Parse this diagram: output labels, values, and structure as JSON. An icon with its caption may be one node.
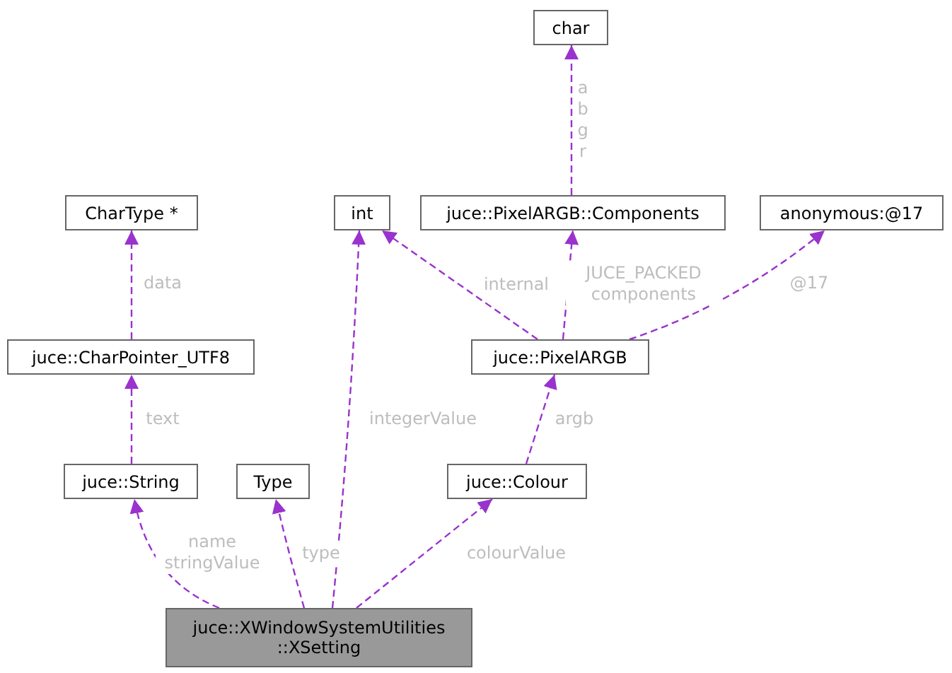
{
  "diagram": {
    "nodes": [
      {
        "text": [
          "char"
        ]
      },
      {
        "text": [
          "CharType *"
        ]
      },
      {
        "text": [
          "int"
        ]
      },
      {
        "text": [
          "juce::PixelARGB::Components"
        ]
      },
      {
        "text": [
          "anonymous:@17"
        ]
      },
      {
        "text": [
          "juce::CharPointer_UTF8"
        ]
      },
      {
        "text": [
          "juce::PixelARGB"
        ]
      },
      {
        "text": [
          "juce::String"
        ]
      },
      {
        "text": [
          "Type"
        ]
      },
      {
        "text": [
          "juce::Colour"
        ]
      },
      {
        "text": [
          "juce::XWindowSystemUtilities ::XSetting"
        ]
      }
    ],
    "edges": [
      {
        "from": 3,
        "to": 0,
        "arrow": "to",
        "label": "a b g r",
        "style": "dashed"
      },
      {
        "from": 5,
        "to": 1,
        "arrow": "to",
        "label": "data",
        "style": "dashed"
      },
      {
        "from": 10,
        "to": 2,
        "arrow": "to",
        "label": "integerValue",
        "style": "dashed"
      },
      {
        "from": 6,
        "to": 2,
        "arrow": "to",
        "label": "internal",
        "style": "dashed"
      },
      {
        "from": 6,
        "to": 3,
        "arrow": "to",
        "label": "JUCE_PACKED components",
        "style": "dashed"
      },
      {
        "from": 6,
        "to": 4,
        "arrow": "to",
        "label": "@17",
        "style": "dashed"
      },
      {
        "from": 7,
        "to": 5,
        "arrow": "to",
        "label": "text",
        "style": "dashed"
      },
      {
        "from": 9,
        "to": 6,
        "arrow": "to",
        "label": "argb",
        "style": "dashed"
      },
      {
        "from": 10,
        "to": 7,
        "arrow": "to",
        "label": "name stringValue",
        "style": "dashed"
      },
      {
        "from": 10,
        "to": 8,
        "arrow": "to",
        "label": "type",
        "style": "dashed"
      },
      {
        "from": 10,
        "to": 9,
        "arrow": "to",
        "label": "colourValue",
        "style": "dashed"
      }
    ]
  }
}
